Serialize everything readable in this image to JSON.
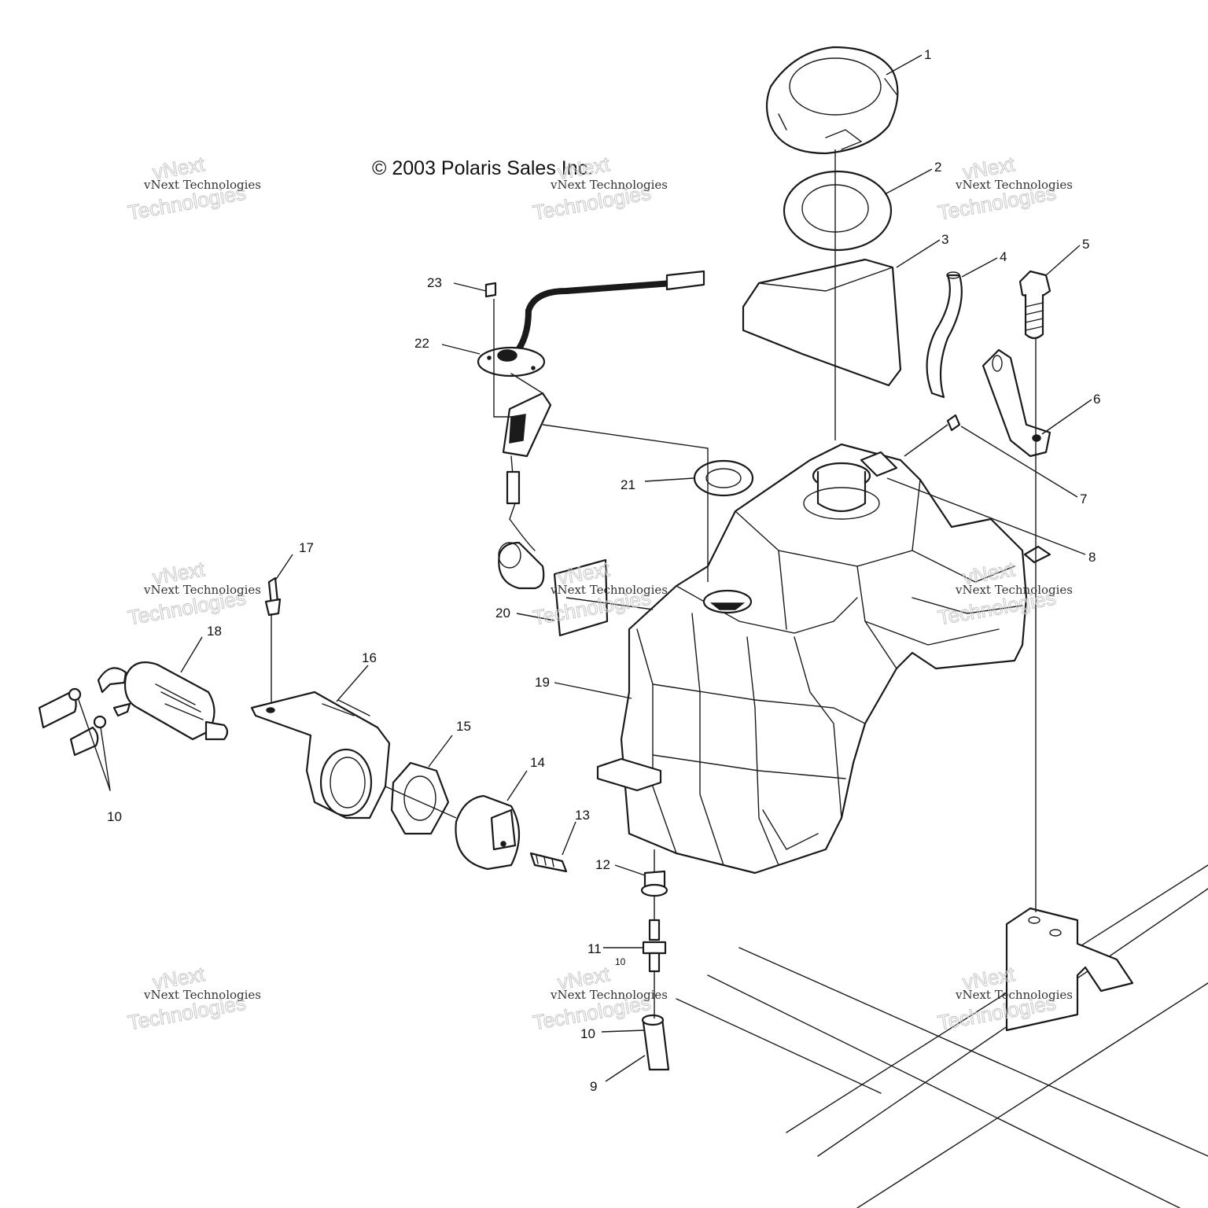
{
  "copyright": "© 2003 Polaris Sales Inc.",
  "watermark": {
    "line1": "vNext Technologies",
    "ghost_top": "vNext",
    "ghost_bottom": "Technologies"
  },
  "callouts": [
    "1",
    "2",
    "3",
    "4",
    "5",
    "6",
    "7",
    "8",
    "9",
    "10",
    "10",
    "10",
    "11",
    "12",
    "13",
    "14",
    "15",
    "16",
    "17",
    "18",
    "19",
    "20",
    "21",
    "22",
    "23"
  ],
  "colors": {
    "ink": "#1a1a1a",
    "paper": "#ffffff",
    "watermark": "#c8c8c8"
  }
}
